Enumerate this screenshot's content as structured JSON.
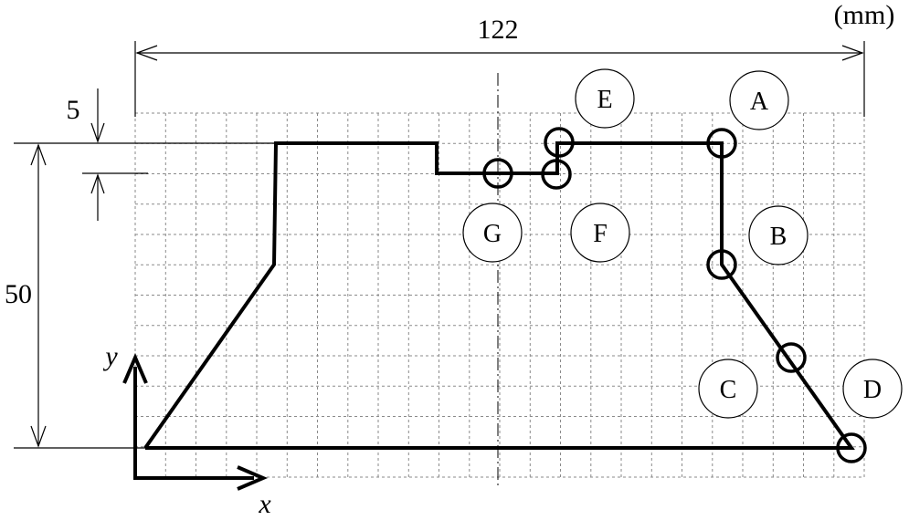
{
  "units_label": "(mm)",
  "dimensions": {
    "overall_width": "122",
    "step_height": "5",
    "overall_height": "50"
  },
  "axes": {
    "x_label": "x",
    "y_label": "y"
  },
  "points": [
    {
      "id": "A",
      "label": "A"
    },
    {
      "id": "B",
      "label": "B"
    },
    {
      "id": "C",
      "label": "C"
    },
    {
      "id": "D",
      "label": "D"
    },
    {
      "id": "E",
      "label": "E"
    },
    {
      "id": "F",
      "label": "F"
    },
    {
      "id": "G",
      "label": "G"
    }
  ]
}
